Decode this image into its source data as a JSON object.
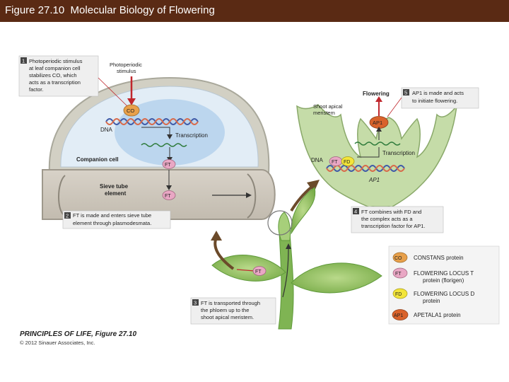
{
  "title": "Figure 27.10  Molecular Biology of Flowering",
  "steps": [
    {
      "num": "1",
      "lines": [
        "Photoperiodic stimulus",
        "at leaf companion cell",
        "stabilizes CO, which",
        "acts as a transcription",
        "factor."
      ]
    },
    {
      "num": "2",
      "lines": [
        "FT is made and enters sieve tube",
        "element through plasmodesmata."
      ]
    },
    {
      "num": "3",
      "lines": [
        "FT is transported through",
        "the phloem up to the",
        "shoot apical meristem."
      ]
    },
    {
      "num": "4",
      "lines": [
        "FT combines with FD and",
        "the complex acts as a",
        "transcription factor for AP1."
      ]
    },
    {
      "num": "5",
      "lines": [
        "AP1 is made and acts",
        "to initiate flowering."
      ]
    }
  ],
  "labels": {
    "stimulus": [
      "Photoperiodic",
      "stimulus"
    ],
    "dna": "DNA",
    "transcription": "Transcription",
    "companion_cell": "Companion cell",
    "sieve_tube": [
      "Sieve tube",
      "element"
    ],
    "shoot_meristem": [
      "Shoot apical",
      "meristem"
    ],
    "flowering": "Flowering",
    "dna2": "DNA",
    "transcription2": "Transcription",
    "ap1_gene": "AP1"
  },
  "proteins": {
    "co": "CO",
    "ft": "FT",
    "fd": "FD",
    "ap1": "AP1"
  },
  "legend": [
    {
      "abbr": "CO",
      "lines": [
        "CONSTANS protein"
      ],
      "color": "#e8a04a"
    },
    {
      "abbr": "FT",
      "lines": [
        "FLOWERING LOCUS T",
        "protein (florigen)"
      ],
      "color": "#e9a7c4"
    },
    {
      "abbr": "FD",
      "lines": [
        "FLOWERING LOCUS D",
        "protein"
      ],
      "color": "#f3e53a"
    },
    {
      "abbr": "AP1",
      "lines": [
        "APETALA1 protein"
      ],
      "color": "#d9622b"
    }
  ],
  "footer": {
    "book": "PRINCIPLES OF LIFE, Figure 27.10",
    "copyright": "© 2012 Sinauer Associates, Inc."
  },
  "colors": {
    "title_bg": "#5a2a14",
    "cell_outer": "#c9c9bc",
    "cell_inner": "#ddeaf5",
    "nucleus": "#bcd6ee",
    "plant": "#8cc063",
    "plant_dark": "#5f9a3a",
    "step_box": "#efefef",
    "arrow_red": "#c0272d"
  }
}
